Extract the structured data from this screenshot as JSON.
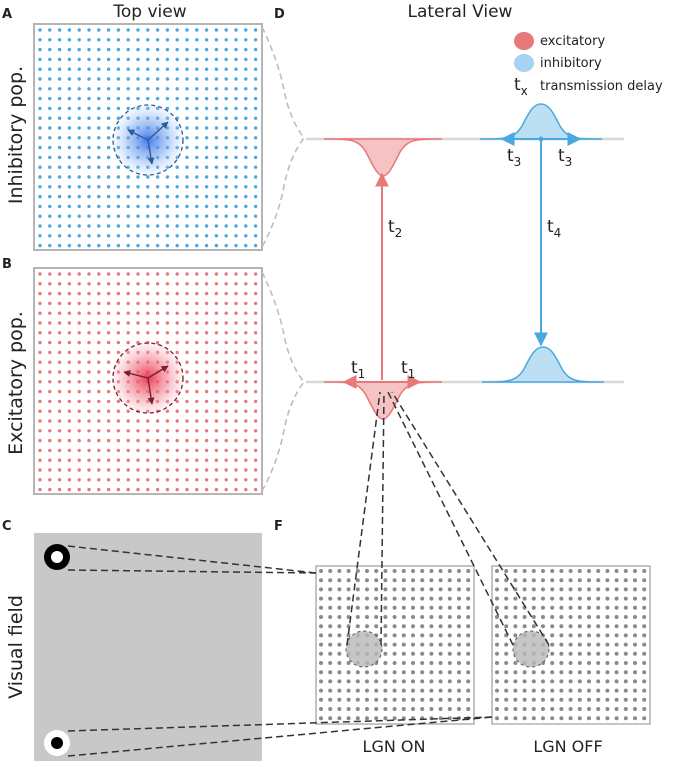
{
  "panels": {
    "A": "A",
    "B": "B",
    "C": "C",
    "D": "D",
    "F": "F"
  },
  "titles": {
    "top_view": "Top view",
    "lateral_view": "Lateral View"
  },
  "side_labels": {
    "inhibitory_pop": "Inhibitory  pop.",
    "excitatory_pop": "Excitatory  pop.",
    "visual_field": "Visual field"
  },
  "legend": {
    "excitatory": "excitatory",
    "inhibitory": "inhibitory",
    "delay_symbol": "t",
    "delay_sub": "x",
    "delay_label": "transmission delay"
  },
  "delays": {
    "t": "t",
    "t1": "1",
    "t2": "2",
    "t3": "3",
    "t4": "4"
  },
  "lgn": {
    "on": "LGN ON",
    "off": "LGN OFF"
  },
  "colors": {
    "excitatory": "#e8787a",
    "inhibitory": "#4aa8e0",
    "excitatory_fill": "#f3b3b4",
    "inhibitory_fill": "#a9d5f2",
    "lgn_dot": "#8a8a8a",
    "visual_field_bg": "#c8c8c8"
  }
}
